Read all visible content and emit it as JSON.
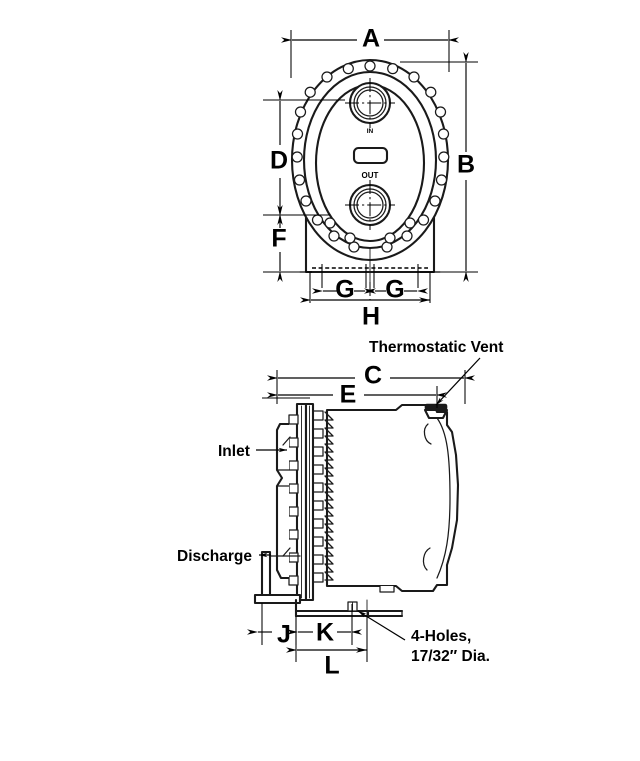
{
  "drawing": {
    "title": "Heat exchanger dimensional drawing",
    "background_color": "#ffffff",
    "line_color": "#1a1a1a",
    "views": {
      "top": {
        "name": "End / flange view",
        "dimension_labels": [
          "A",
          "B",
          "D",
          "F",
          "G",
          "G",
          "H"
        ],
        "port_labels": {
          "inlet": "IN",
          "outlet": "OUT"
        }
      },
      "bottom": {
        "name": "Side elevation view",
        "dimension_labels": [
          "C",
          "E",
          "J",
          "K",
          "L"
        ],
        "callouts": [
          "Thermostatic Vent",
          "Inlet",
          "Discharge",
          "4-Holes,",
          "17/32″ Dia."
        ]
      }
    }
  },
  "top_view": {
    "dim_A": "A",
    "dim_B": "B",
    "dim_D": "D",
    "dim_F": "F",
    "dim_G_left": "G",
    "dim_G_right": "G",
    "dim_H": "H",
    "label_in": "IN",
    "label_out": "OUT"
  },
  "bottom_view": {
    "dim_C": "C",
    "dim_E": "E",
    "dim_J": "J",
    "dim_K": "K",
    "dim_L": "L",
    "callout_vent": "Thermostatic Vent",
    "callout_inlet": "Inlet",
    "callout_discharge": "Discharge",
    "callout_holes_line1": "4-Holes,",
    "callout_holes_line2": "17/32″ Dia."
  }
}
